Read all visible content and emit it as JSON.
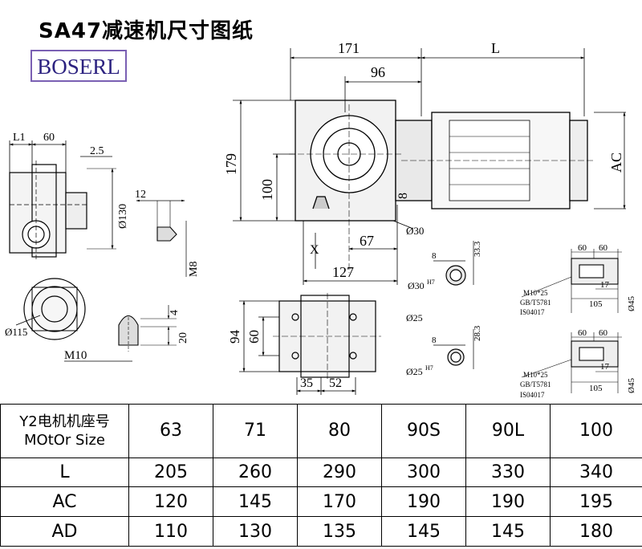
{
  "page": {
    "title": "SA47减速机尺寸图纸",
    "brand": "BOSERL"
  },
  "drawing_labels": {
    "side_view": {
      "l1": "L1",
      "d60": "60",
      "d2_5": "2.5",
      "dia130": "Ø130",
      "d12": "12",
      "m8": "M8",
      "dia115": "Ø115",
      "d4": "4",
      "d20": "20",
      "m10": "M10"
    },
    "main_view": {
      "d171": "171",
      "L": "L",
      "d96": "96",
      "d179": "179",
      "d100": "100",
      "AC": "AC",
      "d8": "8",
      "X": "X",
      "d67": "67",
      "dia30": "Ø30",
      "d127": "127"
    },
    "bottom_view": {
      "d94": "94",
      "d60": "60",
      "d35": "35",
      "d52": "52"
    },
    "shaft_sections": {
      "top": {
        "d8": "8",
        "d33_3": "33.3",
        "dia": "Ø30",
        "tol": "H7"
      },
      "bottom": {
        "d8": "8",
        "d28_3": "28.3",
        "dia": "Ø25",
        "tol": "H7",
        "label": "Ø25"
      }
    },
    "details": [
      {
        "d60a": "60",
        "d60b": "60",
        "thread": "M10*25",
        "std1": "GB/T5781",
        "std2": "IS04017",
        "d17": "17",
        "d105": "105",
        "dia45": "Ø45"
      },
      {
        "d60a": "60",
        "d60b": "60",
        "thread": "M10*25",
        "std1": "GB/T5781",
        "std2": "IS04017",
        "d17": "17",
        "d105": "105",
        "dia45": "Ø45"
      }
    ]
  },
  "spec_table": {
    "header_label_line1": "Y2电机机座号",
    "header_label_line2": "MOtOr Size",
    "sizes": [
      "63",
      "71",
      "80",
      "90S",
      "90L",
      "100"
    ],
    "rows": [
      {
        "label": "L",
        "values": [
          "205",
          "260",
          "290",
          "300",
          "330",
          "340"
        ]
      },
      {
        "label": "AC",
        "values": [
          "120",
          "145",
          "170",
          "190",
          "190",
          "195"
        ]
      },
      {
        "label": "AD",
        "values": [
          "110",
          "130",
          "135",
          "145",
          "145",
          "180"
        ]
      }
    ]
  }
}
